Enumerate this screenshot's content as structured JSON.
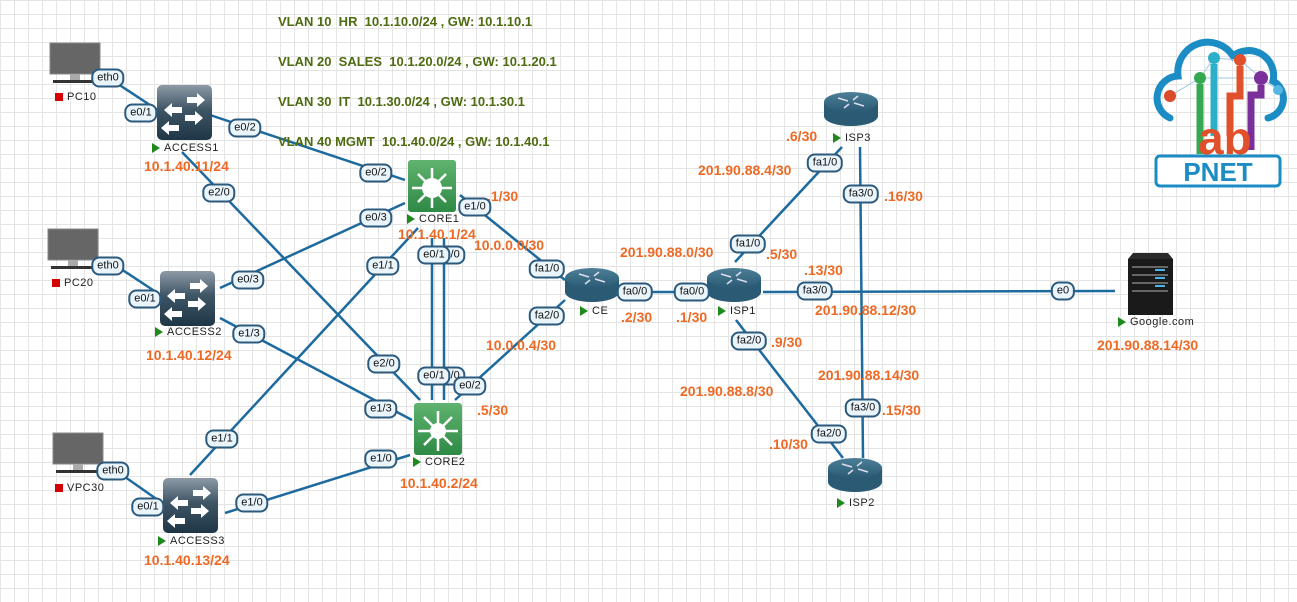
{
  "vlans": [
    "VLAN 10  HR  10.1.10.0/24 , GW: 10.1.10.1",
    "VLAN 20  SALES  10.1.20.0/24 , GW: 10.1.20.1",
    "VLAN 30  IT  10.1.30.0/24 , GW: 10.1.30.1",
    "VLAN 40 MGMT  10.1.40.0/24 , GW: 10.1.40.1"
  ],
  "logo": {
    "top": "lab",
    "bottom": "PNET"
  },
  "nodes": {
    "pc10": {
      "name": "PC10",
      "state": "stopped"
    },
    "pc20": {
      "name": "PC20",
      "state": "stopped"
    },
    "vpc30": {
      "name": "VPC30",
      "state": "stopped"
    },
    "access1": {
      "name": "ACCESS1",
      "state": "running",
      "ip": "10.1.40.11/24"
    },
    "access2": {
      "name": "ACCESS2",
      "state": "running",
      "ip": "10.1.40.12/24"
    },
    "access3": {
      "name": "ACCESS3",
      "state": "running",
      "ip": "10.1.40.13/24"
    },
    "core1": {
      "name": "CORE1",
      "state": "running",
      "ip": "10.1.40.1/24"
    },
    "core2": {
      "name": "CORE2",
      "state": "running",
      "ip": "10.1.40.2/24"
    },
    "ce": {
      "name": "CE",
      "state": "running"
    },
    "isp1": {
      "name": "ISP1",
      "state": "running"
    },
    "isp2": {
      "name": "ISP2",
      "state": "running"
    },
    "isp3": {
      "name": "ISP3",
      "state": "running"
    },
    "google": {
      "name": "Google.com",
      "state": "running",
      "ip": "201.90.88.14/30"
    }
  },
  "subnet_labels": {
    "core1_ce_host": ".1/30",
    "core1_ce_net": "10.0.0.0/30",
    "core2_ce_net": "10.0.0.4/30",
    "core2_ce_host": ".5/30",
    "ce_isp1_net": "201.90.88.0/30",
    "ce_host": ".2/30",
    "isp1_ce_host": ".1/30",
    "isp1_isp3_net": "201.90.88.4/30",
    "isp3_host_fa1": ".6/30",
    "isp1_host_fa1": ".5/30",
    "isp3_host_fa3": ".16/30",
    "isp1_host_fa3": ".13/30",
    "isp1_google_net": "201.90.88.12/30",
    "isp1_host_fa2": ".9/30",
    "isp1_isp2_net": "201.90.88.8/30",
    "isp2_isp3_net": "201.90.88.14/30",
    "isp2_host_fa3": ".15/30",
    "isp2_host_fa2": ".10/30"
  },
  "ports": {
    "pc10_eth0": "eth0",
    "access1_e01": "e0/1",
    "access1_e02": "e0/2",
    "access1_e20": "e2/0",
    "core1_e02": "e0/2",
    "core1_e03": "e0/3",
    "core1_e11": "e1/1",
    "core1_e01": "e0/1",
    "core1_e00": "e0/0",
    "core1_e10": "e1/0",
    "pc20_eth0": "eth0",
    "access2_e01": "e0/1",
    "access2_e03": "e0/3",
    "access2_e13": "e1/3",
    "vpc30_eth0": "eth0",
    "access3_e01": "e0/1",
    "access3_e11": "e1/1",
    "access3_e10": "e1/0",
    "core2_e20": "e2/0",
    "core2_e13": "e1/3",
    "core2_e10": "e1/0",
    "core2_e01": "e0/1",
    "core2_e00": "e0/0",
    "core2_e02": "e0/2",
    "ce_fa10": "fa1/0",
    "ce_fa20": "fa2/0",
    "ce_fa00": "fa0/0",
    "isp1_fa00": "fa0/0",
    "isp1_fa10": "fa1/0",
    "isp1_fa20": "fa2/0",
    "isp1_fa30": "fa3/0",
    "isp3_fa10": "fa1/0",
    "isp3_fa30": "fa3/0",
    "isp2_fa20": "fa2/0",
    "isp2_fa30": "fa3/0",
    "google_e0": "e0"
  },
  "colors": {
    "link": "#1d6a9e",
    "ip": "#ee6a24",
    "vlan": "#4d6b0f",
    "running": "#1e8a1e",
    "stopped": "#d40000"
  }
}
